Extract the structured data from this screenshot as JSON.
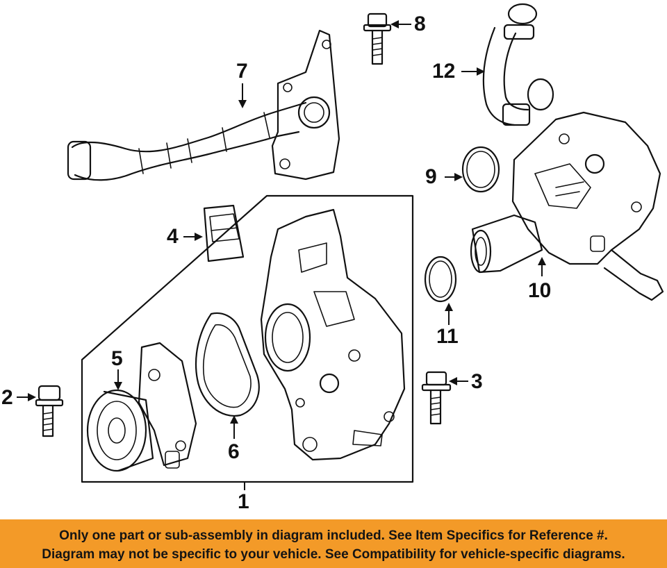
{
  "callouts": {
    "c1": "1",
    "c2": "2",
    "c3": "3",
    "c4": "4",
    "c5": "5",
    "c6": "6",
    "c7": "7",
    "c8": "8",
    "c9": "9",
    "c10": "10",
    "c11": "11",
    "c12": "12"
  },
  "banner": {
    "line1": "Only one part or sub-assembly in diagram included. See Item Specifics for Reference #.",
    "line2": "Diagram may not be specific to your vehicle. See Compatibility for vehicle-specific diagrams."
  },
  "colors": {
    "banner_bg": "#f39a28",
    "line_art": "#111111"
  }
}
